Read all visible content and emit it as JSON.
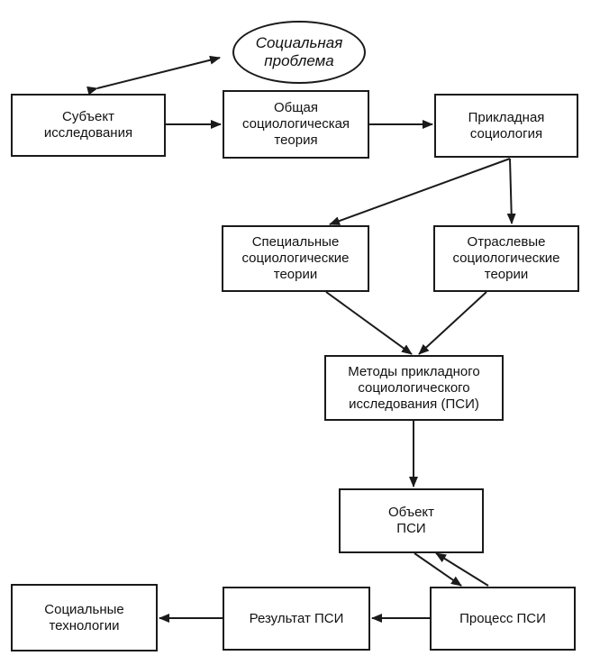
{
  "nodes": {
    "problem": "Социальная\nпроблема",
    "subject": "Субъект\nисследования",
    "general_theory": "Общая\nсоциологическая\nтеория",
    "applied": "Прикладная\nсоциология",
    "special": "Специальные\nсоциологические\nтеории",
    "branch": "Отраслевые\nсоциологические\nтеории",
    "methods": "Методы прикладного\nсоциологического\nисследования (ПСИ)",
    "object": "Объект\nПСИ",
    "process": "Процесс ПСИ",
    "result": "Результат ПСИ",
    "technologies": "Социальные\nтехнологии"
  },
  "edge_color": "#1a1a1a"
}
